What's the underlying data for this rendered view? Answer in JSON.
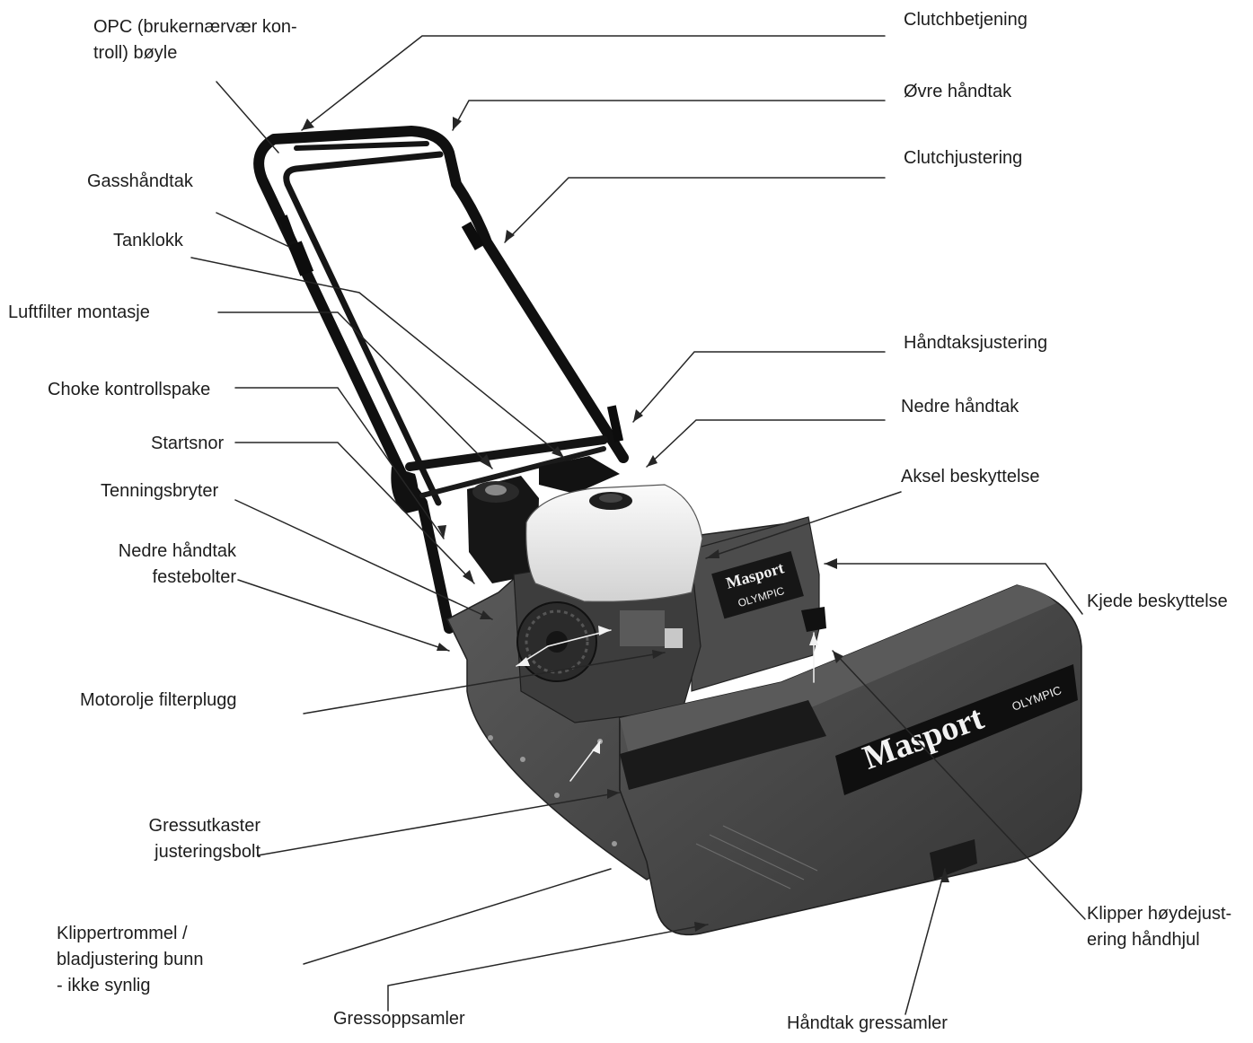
{
  "labels": {
    "opc_line1": "OPC (brukernærvær kon-",
    "opc_line2": "troll) bøyle",
    "gasshandtak": "Gasshåndtak",
    "tanklokk": "Tanklokk",
    "luftfilter": "Luftfilter montasje",
    "choke": "Choke kontrollspake",
    "startsnor": "Startsnor",
    "tenningsbryter": "Tenningsbryter",
    "nedre_festebolter_line1": "Nedre håndtak",
    "nedre_festebolter_line2": "festebolter",
    "motorolje": "Motorolje filterplugg",
    "gressutkaster_line1": "Gressutkaster",
    "gressutkaster_line2": "justeringsbolt",
    "klippertrommel_line1": "Klippertrommel /",
    "klippertrommel_line2": "bladjustering bunn",
    "klippertrommel_line3": "- ikke synlig",
    "gressoppsamler": "Gressoppsamler",
    "clutchbetjening": "Clutchbetjening",
    "ovre_handtak": "Øvre håndtak",
    "clutchjustering": "Clutchjustering",
    "handtaksjustering": "Håndtaksjustering",
    "nedre_handtak": "Nedre håndtak",
    "aksel": "Aksel beskyttelse",
    "kjede": "Kjede beskyttelse",
    "klipper_hoyde_line1": "Klipper høydejust-",
    "klipper_hoyde_line2": "ering håndhjul",
    "handtak_gressamler": "Håndtak gressamler"
  },
  "branding": {
    "body_logo": "Masport",
    "body_model": "OLYMPIC",
    "catcher_logo": "Masport",
    "catcher_model": "OLYMPIC"
  },
  "colors": {
    "background": "#ffffff",
    "mower_body": "#4a4a4a",
    "engine_cover": "#efefef",
    "leader_line": "#262626"
  }
}
